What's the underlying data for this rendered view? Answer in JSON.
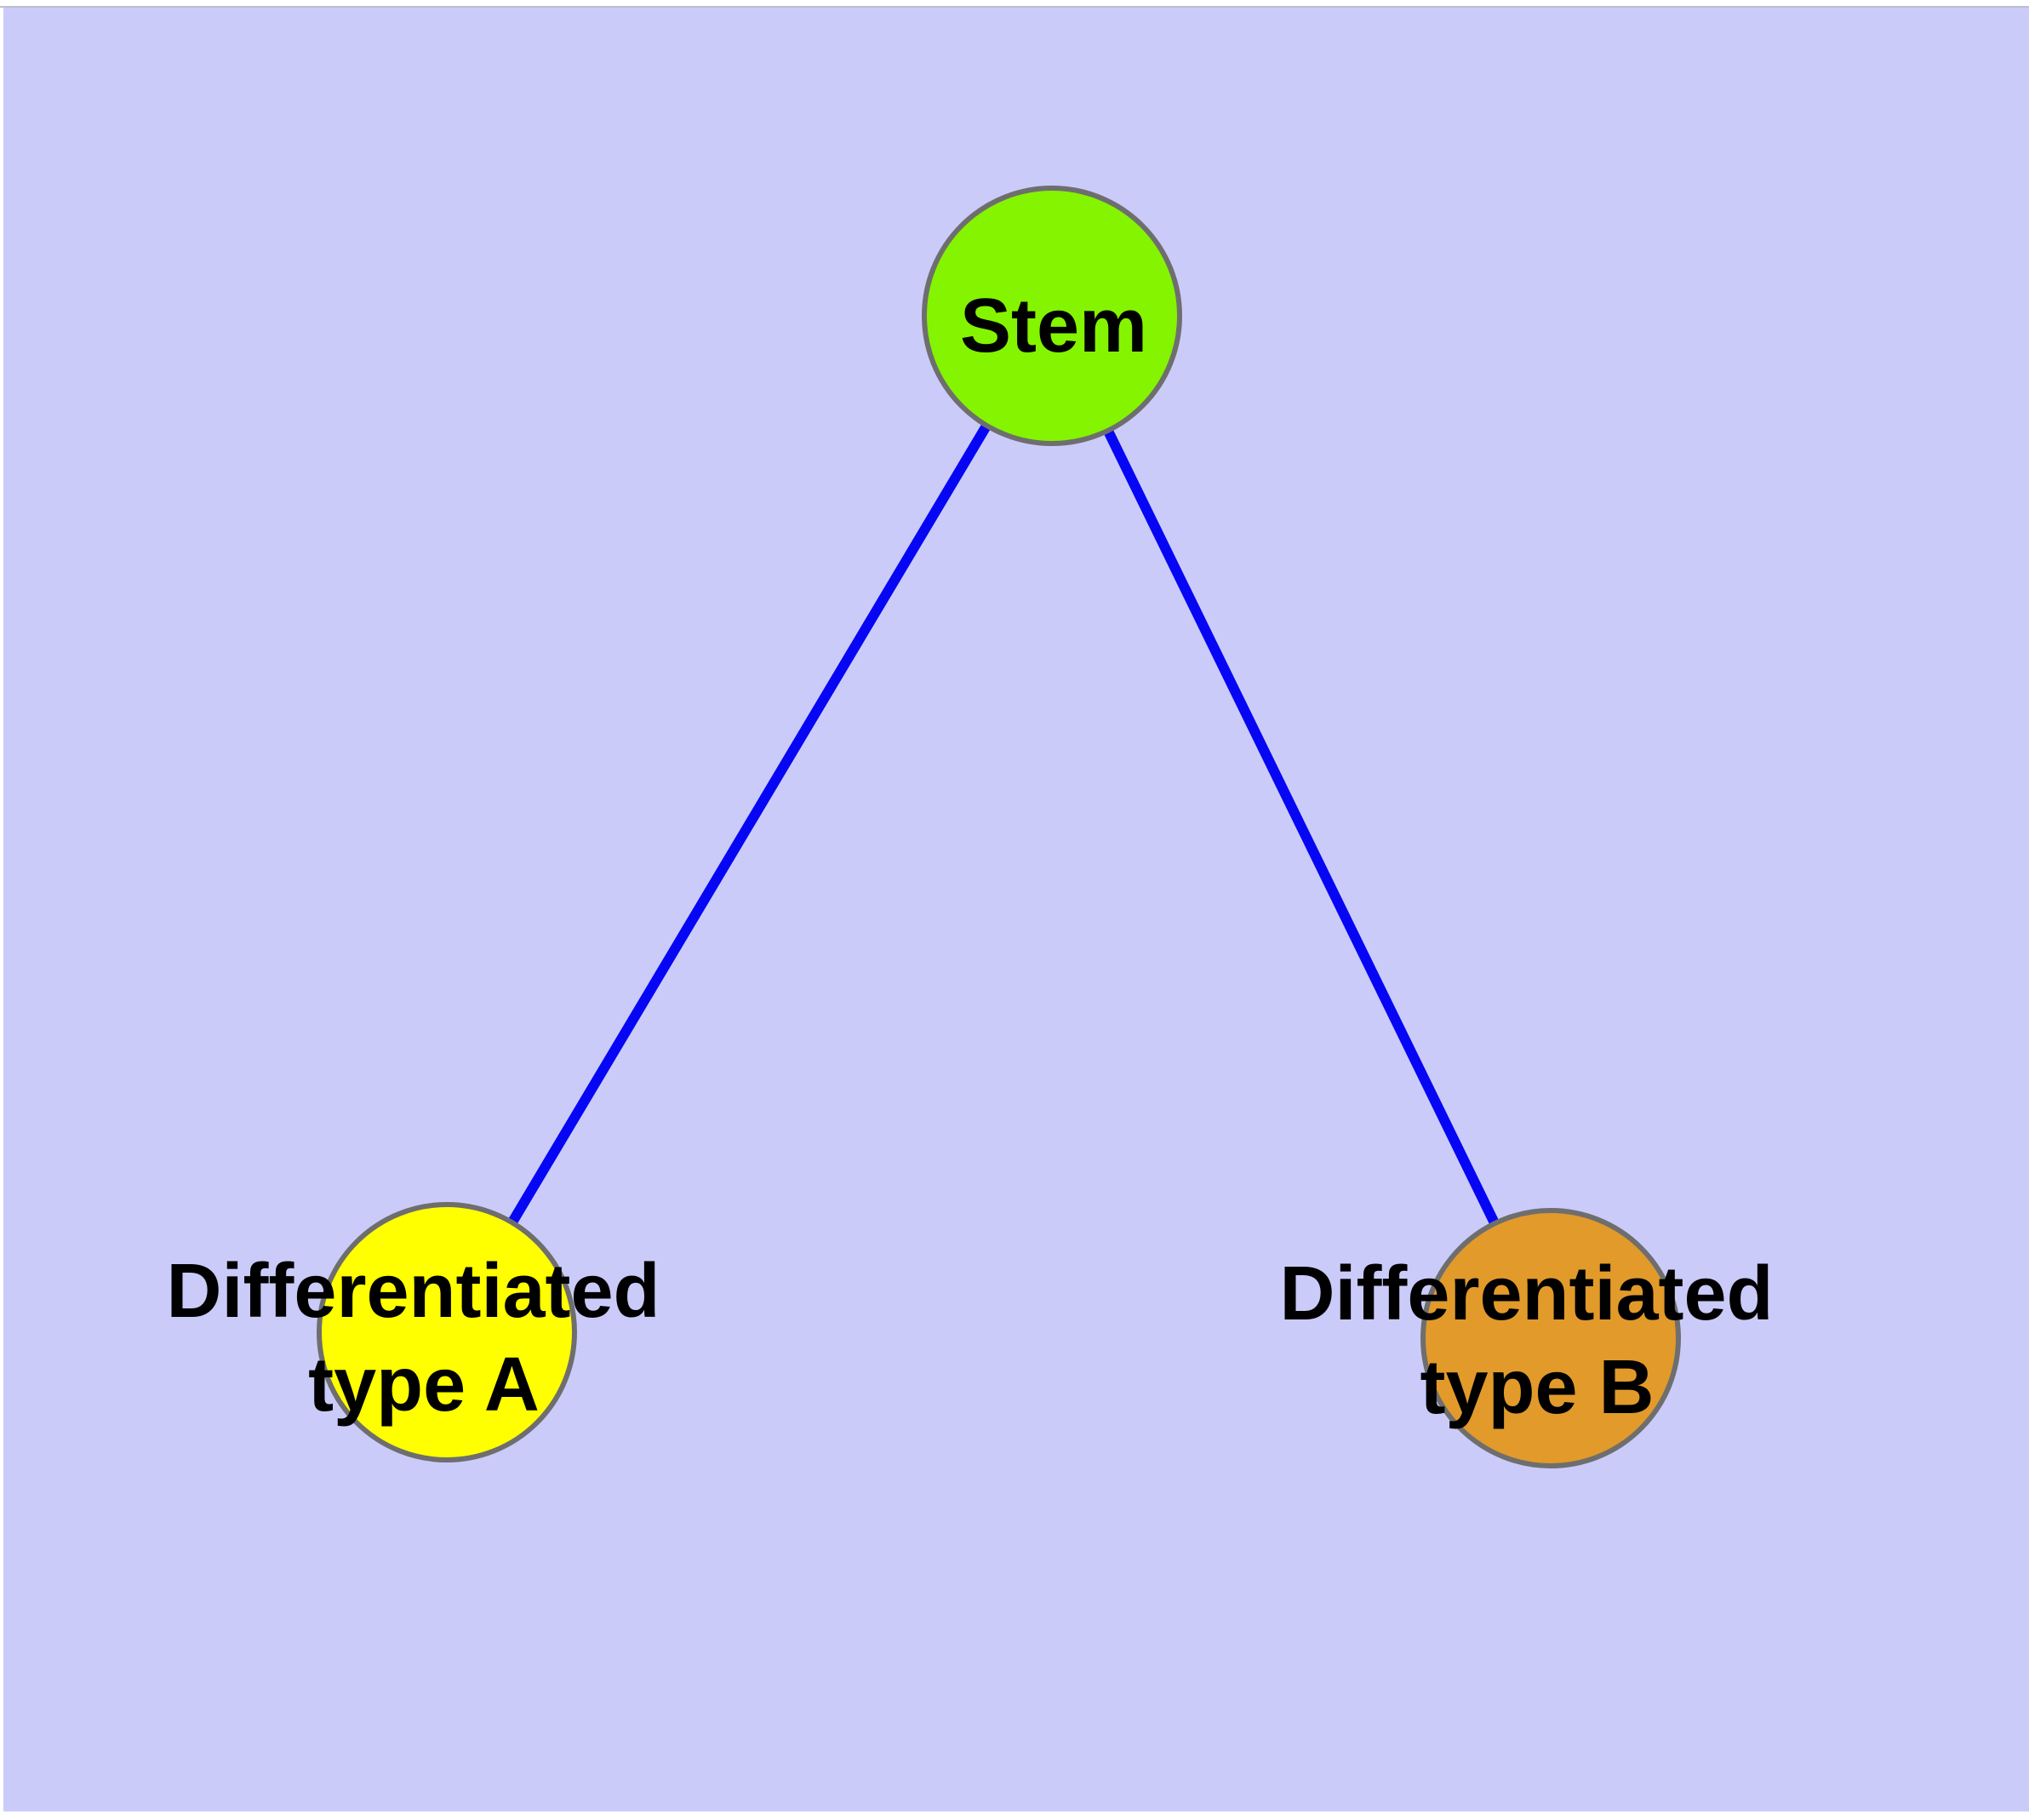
{
  "diagram": {
    "type": "node-link-graph",
    "page_background": "#ffffff",
    "background": "#cbcbfa",
    "top_edge_line_color": "#bdbdcd",
    "edge_color": "#0606f5",
    "node_border_color": "#6e6e6e",
    "text_color": "#000000",
    "nodes": [
      {
        "id": "stem",
        "label_lines": [
          "Stem"
        ],
        "fill": "#84f400"
      },
      {
        "id": "differentiated-type-a",
        "label_lines": [
          "Differentiated",
          "type A"
        ],
        "fill": "#ffff00"
      },
      {
        "id": "differentiated-type-b",
        "label_lines": [
          "Differentiated",
          "type B"
        ],
        "fill": "#e29a2a"
      }
    ],
    "edges": [
      {
        "from": "stem",
        "to": "differentiated-type-a"
      },
      {
        "from": "stem",
        "to": "differentiated-type-b"
      }
    ]
  }
}
